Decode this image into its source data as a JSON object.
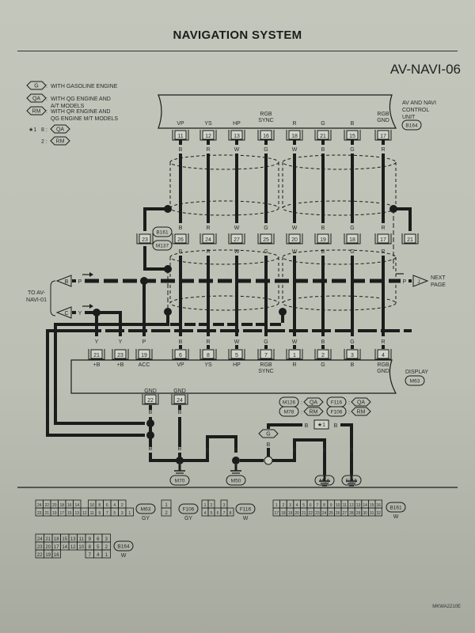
{
  "page": {
    "title": "NAVIGATION SYSTEM",
    "diagram_id": "AV-NAVI-06",
    "figure_code": "MKWA2210E"
  },
  "legend": [
    {
      "symbol": "G",
      "text": [
        "WITH GASOLINE ENGINE"
      ]
    },
    {
      "symbol": "QA",
      "text": [
        "WITH QG ENGINE AND",
        "A/T MODELS"
      ]
    },
    {
      "symbol": "RM",
      "text": [
        "WITH QR ENGINE AND",
        "QG ENGINE M/T MODELS"
      ]
    }
  ],
  "footnote": {
    "mark": "★1",
    "rows": [
      {
        "value": "8",
        "symbol": "QA"
      },
      {
        "value": "2",
        "symbol": "RM"
      }
    ]
  },
  "control_unit": {
    "name": [
      "AV AND NAVI",
      "CONTROL",
      "UNIT"
    ],
    "connector": "B164",
    "signals": [
      "VP",
      "YS",
      "HP",
      "RGB SYNC",
      "R",
      "G",
      "B",
      "RGB GND"
    ],
    "pins": [
      "11",
      "12",
      "13",
      "16",
      "18",
      "21",
      "15",
      "17"
    ],
    "wire_colors": [
      "B",
      "R",
      "W",
      "G",
      "W",
      "B",
      "G",
      "R"
    ]
  },
  "joint_connector": {
    "ids": [
      "B161",
      "M137"
    ],
    "pins": [
      "26",
      "24",
      "27",
      "25",
      "20",
      "19",
      "18",
      "17"
    ],
    "left_pin": "23",
    "right_pin": "21",
    "wire_colors": [
      "B",
      "R",
      "W",
      "G",
      "W",
      "B",
      "G",
      "R"
    ]
  },
  "display": {
    "name": "DISPLAY",
    "connector": "M63",
    "power_pins": [
      {
        "pin": "21",
        "signal": "+B",
        "color": "Y"
      },
      {
        "pin": "23",
        "signal": "+B",
        "color": "Y"
      },
      {
        "pin": "19",
        "signal": "ACC",
        "color": "P"
      }
    ],
    "pins": [
      "6",
      "8",
      "5",
      "7",
      "1",
      "2",
      "3",
      "4"
    ],
    "signals": [
      "VP",
      "YS",
      "HP",
      "RGB SYNC",
      "R",
      "G",
      "B",
      "RGB GND"
    ],
    "wire_colors": [
      "B",
      "R",
      "W",
      "G",
      "W",
      "B",
      "G",
      "R"
    ],
    "gnd_pins": [
      {
        "pin": "22",
        "signal": "GND"
      },
      {
        "pin": "24",
        "signal": "GND"
      }
    ]
  },
  "offpage": {
    "left_label": [
      "TO AV-",
      "NAVI-01"
    ],
    "left": [
      {
        "id": "B",
        "color": "P"
      },
      {
        "id": "C",
        "color": "Y"
      }
    ],
    "right": {
      "id": "J",
      "color": "P",
      "label": [
        "NEXT",
        "PAGE"
      ]
    }
  },
  "grounds": {
    "wire_color": "B",
    "option_symbol": "G",
    "inline_connector": "★1",
    "labels": [
      "M70",
      "M50",
      "M16",
      "F115"
    ],
    "option_table": [
      {
        "conn": "M126",
        "symbol": "QA"
      },
      {
        "conn": "M78",
        "symbol": "RM"
      },
      {
        "conn": "F116",
        "symbol": "QA"
      },
      {
        "conn": "F106",
        "symbol": "RM"
      }
    ]
  },
  "connector_views": [
    {
      "id": "M63",
      "color": "GY",
      "rows": [
        [
          "24",
          "22",
          "20",
          "18",
          "16",
          "14",
          "",
          "10",
          "8",
          "6",
          "4",
          "2"
        ],
        [
          "23",
          "21",
          "19",
          "17",
          "15",
          "13",
          "12",
          "11",
          "9",
          "7",
          "5",
          "3",
          "1"
        ]
      ]
    },
    {
      "id": "F106",
      "color": "GY",
      "rows": [
        [
          "1"
        ],
        [
          "2"
        ]
      ]
    },
    {
      "id": "F116",
      "color": "W",
      "rows": [
        [
          "1",
          "2",
          "",
          "3"
        ],
        [
          "4",
          "5",
          "6",
          "7",
          "8"
        ]
      ]
    },
    {
      "id": "B161",
      "color": "W",
      "rows": [
        [
          "1",
          "2",
          "3",
          "4",
          "5",
          "6",
          "7",
          "8",
          "9",
          "10",
          "11",
          "12",
          "13",
          "14",
          "15",
          "16"
        ],
        [
          "17",
          "18",
          "19",
          "20",
          "21",
          "22",
          "23",
          "24",
          "25",
          "26",
          "27",
          "28",
          "29",
          "30",
          "31",
          "32"
        ]
      ]
    },
    {
      "id": "B164",
      "color": "W",
      "rows": [
        [
          "24",
          "21",
          "18",
          "15",
          "13",
          "11",
          "9",
          "6",
          "3"
        ],
        [
          "23",
          "20",
          "17",
          "14",
          "12",
          "10",
          "8",
          "5",
          "2"
        ],
        [
          "22",
          "19",
          "16",
          "",
          "",
          "",
          "7",
          "4",
          "1"
        ]
      ]
    }
  ],
  "colors": {
    "ink": "#1b1b1b",
    "paper": "#c1c4b9"
  }
}
